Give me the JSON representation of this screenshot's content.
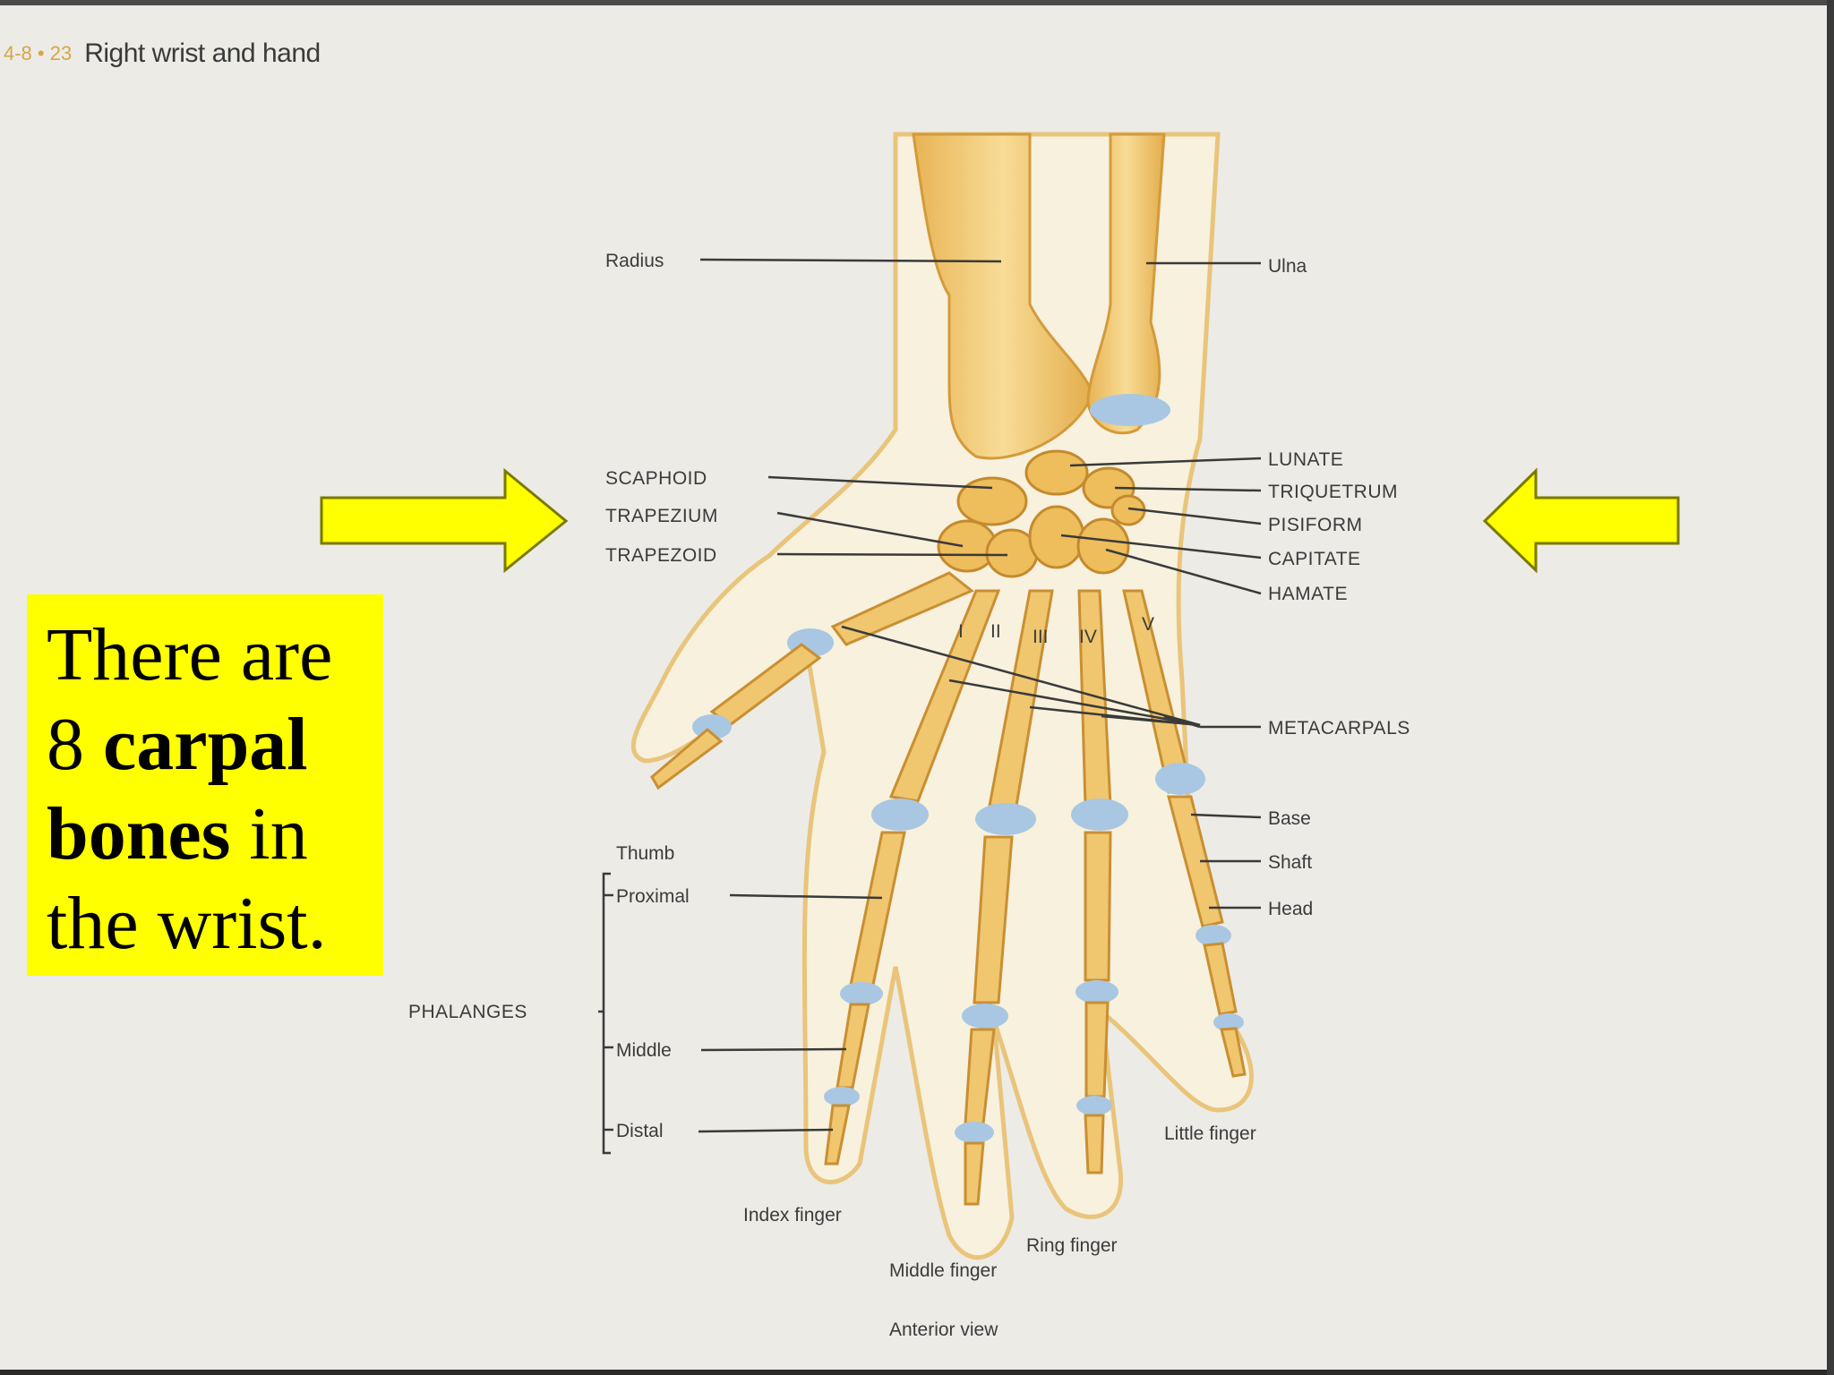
{
  "caption": {
    "number": "4-8 • 23",
    "title": "Right wrist and hand"
  },
  "labels": {
    "radius": "Radius",
    "ulna": "Ulna",
    "scaphoid": "SCAPHOID",
    "trapezium": "TRAPEZIUM",
    "trapezoid": "TRAPEZOID",
    "lunate": "LUNATE",
    "triquetrum": "TRIQUETRUM",
    "pisiform": "PISIFORM",
    "capitate": "CAPITATE",
    "hamate": "HAMATE",
    "metacarpals": "METACARPALS",
    "base": "Base",
    "shaft": "Shaft",
    "head": "Head",
    "thumb": "Thumb",
    "proximal": "Proximal",
    "phalanges": "PHALANGES",
    "middle": "Middle",
    "distal": "Distal",
    "little_finger": "Little finger",
    "index_finger": "Index finger",
    "ring_finger": "Ring finger",
    "middle_finger": "Middle finger",
    "view": "Anterior view"
  },
  "metacarpal_numerals": [
    "I",
    "II",
    "III",
    "IV",
    "V"
  ],
  "callout": {
    "part1": "There are",
    "part2": "8 ",
    "part3": "carpal",
    "part4": "bones",
    "part5": " in",
    "part6": "the wrist."
  },
  "colors": {
    "callout_background": "#ffff00",
    "arrow_fill": "#ffff00",
    "bone": "#f0c66f",
    "cartilage": "#a9c7e2"
  }
}
